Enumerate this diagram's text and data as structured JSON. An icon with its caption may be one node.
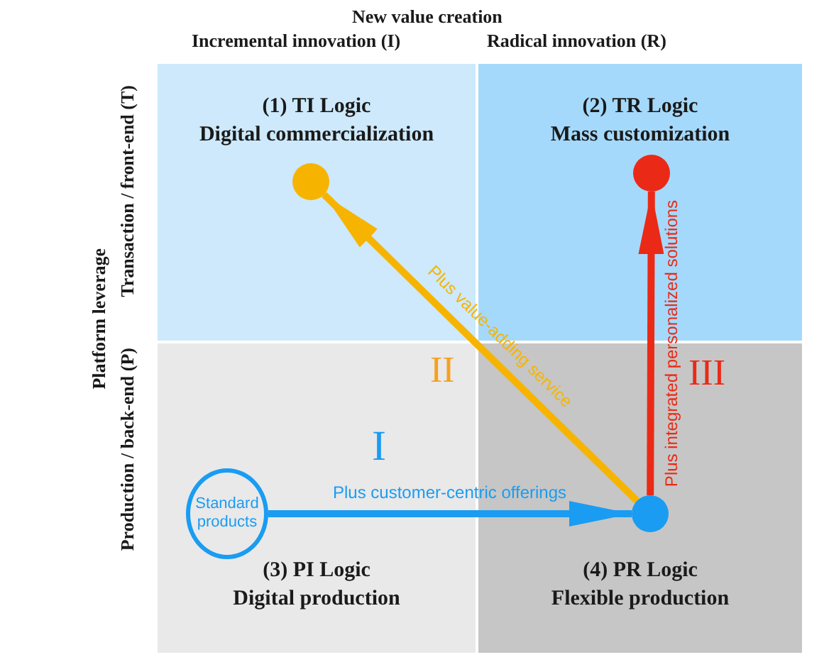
{
  "diagram": {
    "nodes": [
      {
        "text": [
          "(1) TI Logic",
          "Digital commercialization"
        ]
      },
      {
        "text": [
          "(2) TR Logic",
          "Mass customization"
        ]
      },
      {
        "text": [
          "(3) PI Logic",
          "Digital production"
        ]
      },
      {
        "text": [
          "(4) PR Logic",
          "Flexible production"
        ]
      },
      {
        "text": [
          "Standard products"
        ],
        "in": 2
      },
      {
        "text": [],
        "shape": "circle",
        "in": 0
      },
      {
        "text": [],
        "shape": "circle",
        "in": 1
      },
      {
        "text": [],
        "shape": "circle",
        "in": 3
      }
    ],
    "edges": [
      {
        "from": 4,
        "to": 7,
        "arrow": "to",
        "label": "Plus customer-centric offerings",
        "color": "#1a9cf2"
      },
      {
        "from": 7,
        "to": 5,
        "arrow": "to",
        "label": "Plus value-adding service",
        "color": "#f6b400"
      },
      {
        "from": 7,
        "to": 6,
        "arrow": "to",
        "label": "Plus integrated personalized solutions",
        "color": "#ea2a17"
      }
    ],
    "labels": [
      "New value creation",
      "Incremental innovation (I)",
      "Radical innovation (R)",
      "Platform leverage",
      "Transaction / front-end (T)",
      "Production / back-end (P)",
      "II",
      "I",
      "III"
    ]
  }
}
